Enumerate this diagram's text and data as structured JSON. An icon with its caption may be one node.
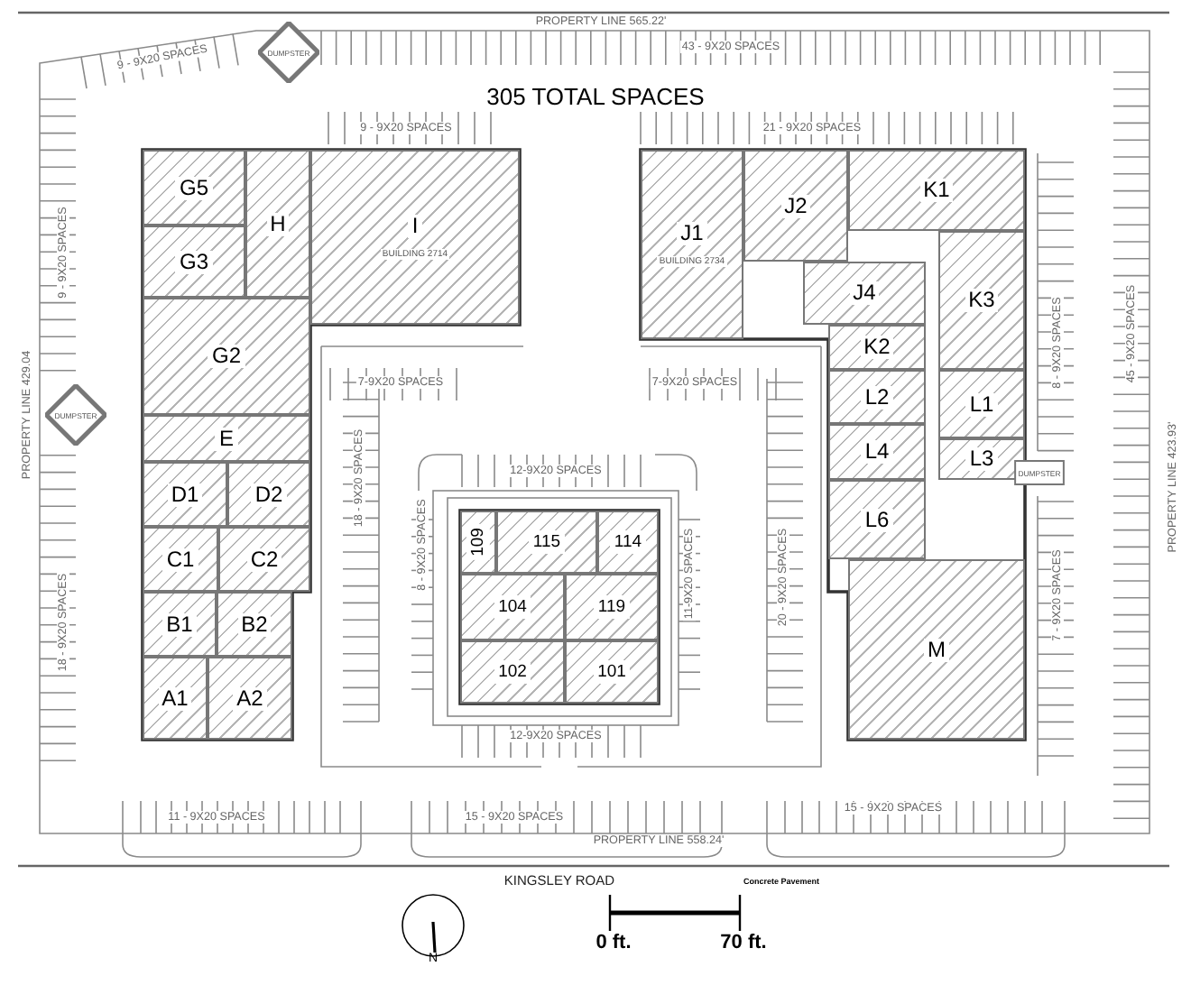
{
  "diagram": {
    "title": "305 TOTAL SPACES",
    "nodes": [
      {
        "text": [
          "DUMPSTER"
        ]
      },
      {
        "text": [
          "G5"
        ]
      },
      {
        "text": [
          "H"
        ]
      },
      {
        "text": [
          "I",
          "BUILDING 2714"
        ]
      },
      {
        "text": [
          "G3"
        ]
      },
      {
        "text": [
          "G2"
        ]
      },
      {
        "text": [
          "E"
        ]
      },
      {
        "text": [
          "D1"
        ]
      },
      {
        "text": [
          "D2"
        ]
      },
      {
        "text": [
          "C1"
        ]
      },
      {
        "text": [
          "C2"
        ]
      },
      {
        "text": [
          "B1"
        ]
      },
      {
        "text": [
          "B2"
        ]
      },
      {
        "text": [
          "A1"
        ]
      },
      {
        "text": [
          "A2"
        ]
      },
      {
        "text": [
          "J1",
          "BUILDING 2734"
        ]
      },
      {
        "text": [
          "J2"
        ]
      },
      {
        "text": [
          "K1"
        ]
      },
      {
        "text": [
          "J4"
        ]
      },
      {
        "text": [
          "K3"
        ]
      },
      {
        "text": [
          "K2"
        ]
      },
      {
        "text": [
          "L2"
        ]
      },
      {
        "text": [
          "L1"
        ]
      },
      {
        "text": [
          "L4"
        ]
      },
      {
        "text": [
          "L3"
        ]
      },
      {
        "text": [
          "L6"
        ]
      },
      {
        "text": [
          "M"
        ]
      },
      {
        "text": [
          "109"
        ]
      },
      {
        "text": [
          "115"
        ]
      },
      {
        "text": [
          "114"
        ]
      },
      {
        "text": [
          "104"
        ]
      },
      {
        "text": [
          "119"
        ]
      },
      {
        "text": [
          "102"
        ]
      },
      {
        "text": [
          "101"
        ]
      },
      {
        "text": [
          "DUMPSTER"
        ]
      },
      {
        "text": [
          "DUMPSTER"
        ]
      }
    ],
    "edges": [],
    "labels": [
      "PROPERTY LINE 565.22'",
      "9 - 9X20 SPACES",
      "43 - 9X20 SPACES",
      "9 - 9X20 SPACES",
      "21 - 9X20 SPACES",
      "9 - 9X20 SPACES",
      "PROPERTY LINE 429.04",
      "18 - 9X20 SPACES",
      "18 - 9X20 SPACES",
      "7-9X20 SPACES",
      "7-9X20 SPACES",
      "12-9X20 SPACES",
      "8 - 9X20 SPACES",
      "11-9X20 SPACES",
      "20 - 9X20 SPACES",
      "8 - 9X20 SPACES",
      "45 - 9X20 SPACES",
      "PROPERTY LINE 423.93'",
      "7 - 9X20 SPACES",
      "12-9X20 SPACES",
      "11 - 9X20 SPACES",
      "15 - 9X20 SPACES",
      "15 - 9X20 SPACES",
      "PROPERTY LINE 558.24'",
      "KINGSLEY ROAD",
      "Concrete Pavement",
      "0 ft.",
      "70 ft.",
      "N"
    ]
  }
}
